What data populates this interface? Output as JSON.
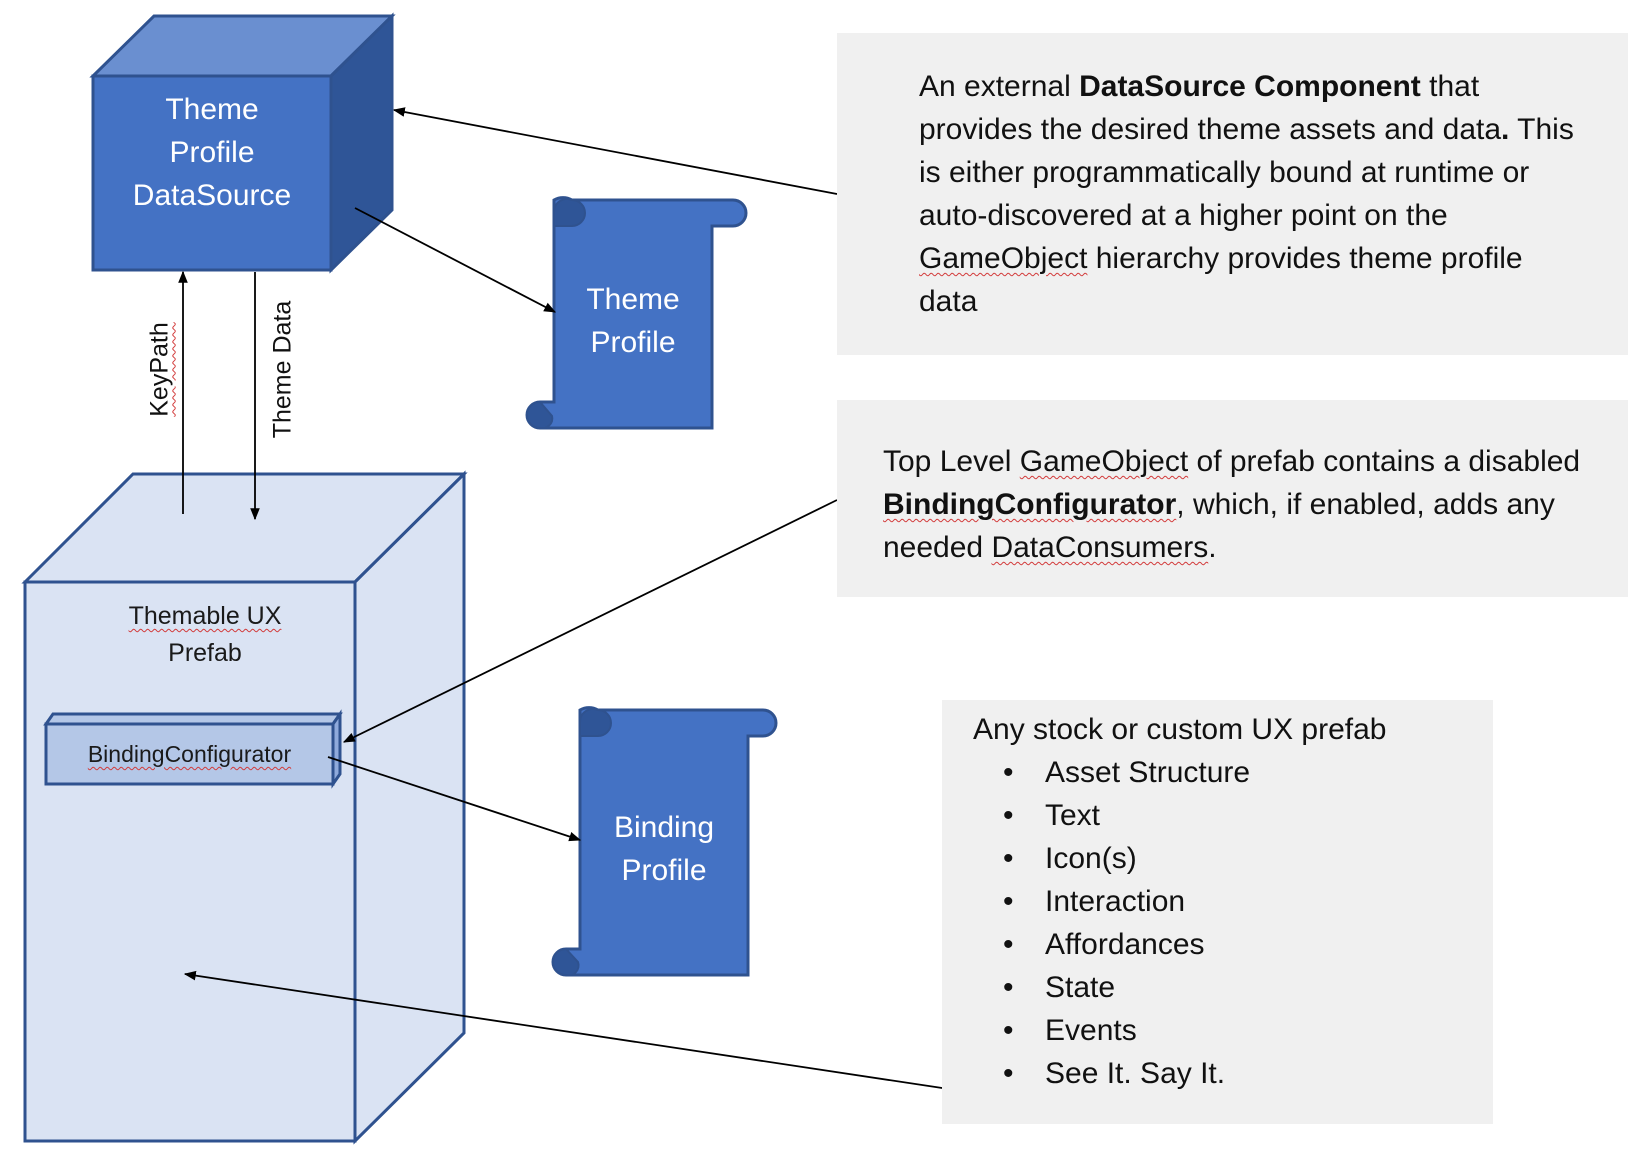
{
  "datasource_cube": {
    "line1": "Theme",
    "line2": "Profile",
    "line3": "DataSource"
  },
  "theme_profile_scroll": {
    "line1": "Theme",
    "line2": "Profile"
  },
  "binding_profile_scroll": {
    "line1": "Binding",
    "line2": "Profile"
  },
  "arrows": {
    "keypath_label": "KeyPath",
    "theme_data_label": "Theme Data"
  },
  "prefab_box": {
    "line1": "Themable UX",
    "line2": "Prefab"
  },
  "binding_configurator": {
    "label": "BindingConfigurator"
  },
  "note_datasource": {
    "part1": "An external ",
    "bold": "DataSource Component",
    "part2": " that provides the desired theme assets and data",
    "period": ".",
    "part3": " This is either programmatically bound at runtime or auto-discovered at a higher point on the ",
    "gameobject": "GameObject",
    "part4": " hierarchy provides theme profile data"
  },
  "note_binding": {
    "part1": "Top Level ",
    "gameobject": "GameObject",
    "part2": " of prefab contains a disabled ",
    "bold": "BindingConfigurator",
    "part3": ", which, if enabled, adds any needed ",
    "consumers": "DataConsumers",
    "part4": "."
  },
  "note_prefab": {
    "title": "Any stock or custom UX prefab",
    "items": [
      "Asset Structure",
      "Text",
      "Icon(s)",
      "Interaction",
      "Affordances",
      "State",
      "Events",
      "See It. Say It."
    ]
  },
  "colors": {
    "box_blue": "#4472c4",
    "box_top": "#6a8fd0",
    "box_side": "#2f5597",
    "box_stroke": "#2f528f",
    "prefab_fill": "#dae3f3",
    "configurator_fill": "#b4c7e7",
    "note_bg": "#f0f0f0"
  }
}
